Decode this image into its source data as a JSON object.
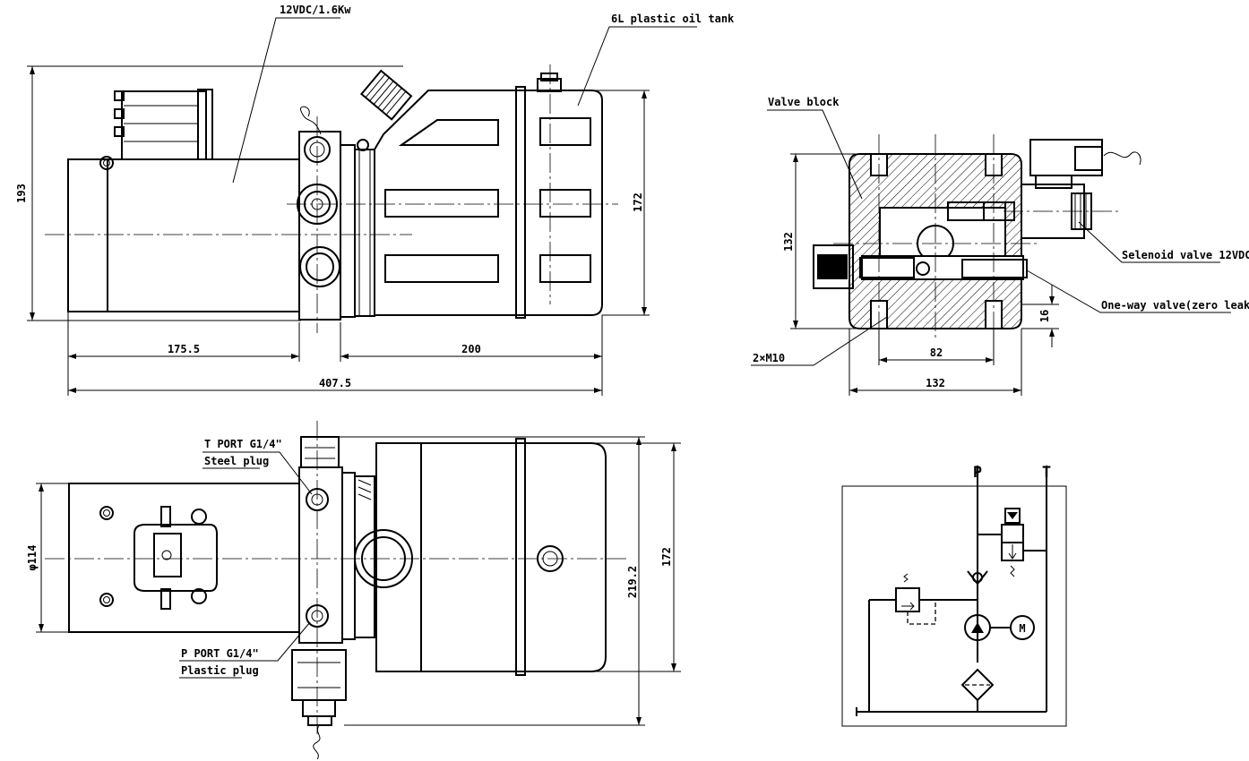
{
  "front_view": {
    "motor_label": "12VDC/1.6Kw",
    "tank_label": "6L plastic oil tank",
    "dim_height_total": "193",
    "dim_height_tank": "172",
    "dim_motor_length": "175.5",
    "dim_tank_length": "200",
    "dim_overall_length": "407.5"
  },
  "top_view": {
    "t_port_label": "T PORT G1/4\"",
    "t_port_plug": "Steel plug",
    "p_port_label": "P PORT G1/4\"",
    "p_port_plug": "Plastic plug",
    "dim_motor_dia": "φ114",
    "dim_width_total": "219.2",
    "dim_tank_width": "172"
  },
  "valve_block_view": {
    "valve_block_label": "Valve block",
    "solenoid_label": "Selenoid valve 12VDC",
    "check_valve_label": "One-way valve(zero leaking)",
    "thread_label": "2×M10",
    "dim_block_height": "132",
    "dim_hole_spacing": "82",
    "dim_block_width": "132",
    "dim_port_offset": "16"
  },
  "schematic": {
    "port_p": "P",
    "port_t": "T",
    "motor_symbol": "M"
  }
}
